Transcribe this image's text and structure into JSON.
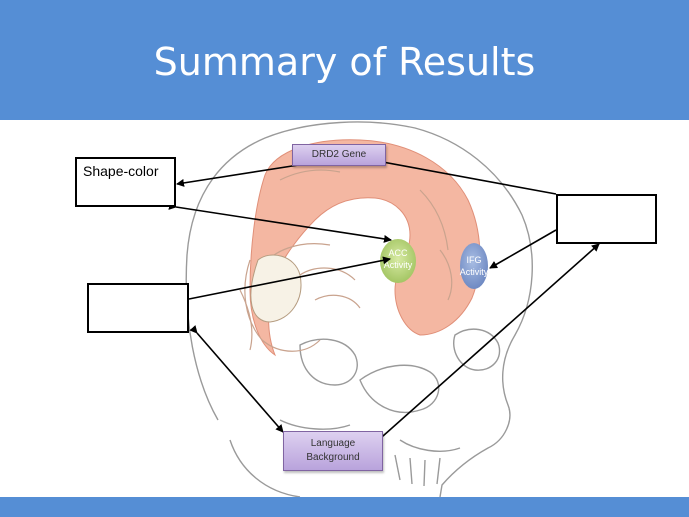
{
  "slide": {
    "title": "Summary of Results"
  },
  "diagram": {
    "shape_color_label": "Shape-color",
    "drd2_label": "DRD2 Gene",
    "language_label_line1": "Language",
    "language_label_line2": "Background",
    "acc_label_line1": "ACC",
    "acc_label_line2": "Activity",
    "ifg_label_line1": "IFG",
    "ifg_label_line2": "Activity"
  },
  "colors": {
    "header": "#558ed5",
    "acc_node": "#b6d476",
    "ifg_node": "#7f97c8",
    "cortex": "#f4b7a2",
    "chip": "#c9b8e6"
  }
}
